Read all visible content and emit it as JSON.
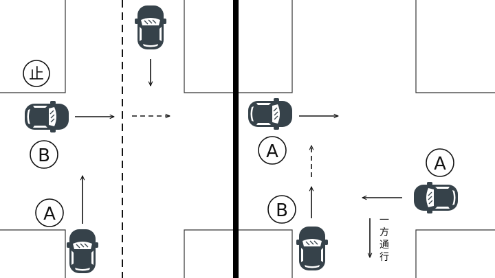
{
  "left_panel": {
    "stop_sign": "止",
    "labels": {
      "upper": "B",
      "lower": "A"
    }
  },
  "right_panel": {
    "labels": {
      "center": "A",
      "lower_center": "B",
      "right": "A"
    },
    "one_way_sign": [
      "一",
      "方",
      "通",
      "行"
    ]
  },
  "colors": {
    "car_body": "#36424a",
    "car_window": "#ffffff",
    "line": "#111111",
    "divider": "#000000",
    "background": "#ffffff"
  }
}
